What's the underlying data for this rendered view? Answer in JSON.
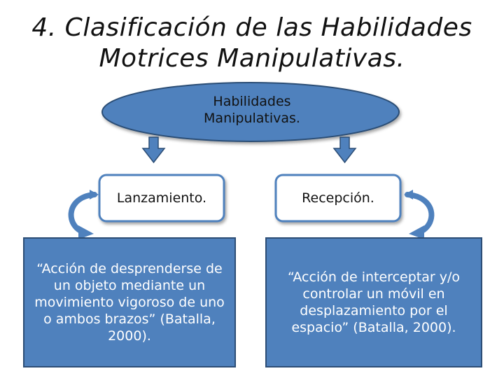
{
  "title": {
    "line1": "4. Clasificación de las Habilidades",
    "line2": "Motrices Manipulativas."
  },
  "root": {
    "line1": "Habilidades",
    "line2": "Manipulativas."
  },
  "branches": [
    {
      "label": "Lanzamiento.",
      "description": "“Acción de desprenderse de un objeto mediante un movimiento vigoroso de uno o ambos brazos” (Batalla, 2000)."
    },
    {
      "label": "Recepción.",
      "description": "“Acción de interceptar y/o controlar un móvil en desplazamiento por el espacio” (Batalla, 2000)."
    }
  ],
  "colors": {
    "ellipse_fill": "#4f81bd",
    "ellipse_stroke": "#2c4d75",
    "label_box_fill": "#ffffff",
    "label_box_stroke": "#4f81bd",
    "desc_box_fill": "#4f81bd",
    "desc_box_stroke": "#2c4d75",
    "arrow_fill": "#4f81bd"
  }
}
